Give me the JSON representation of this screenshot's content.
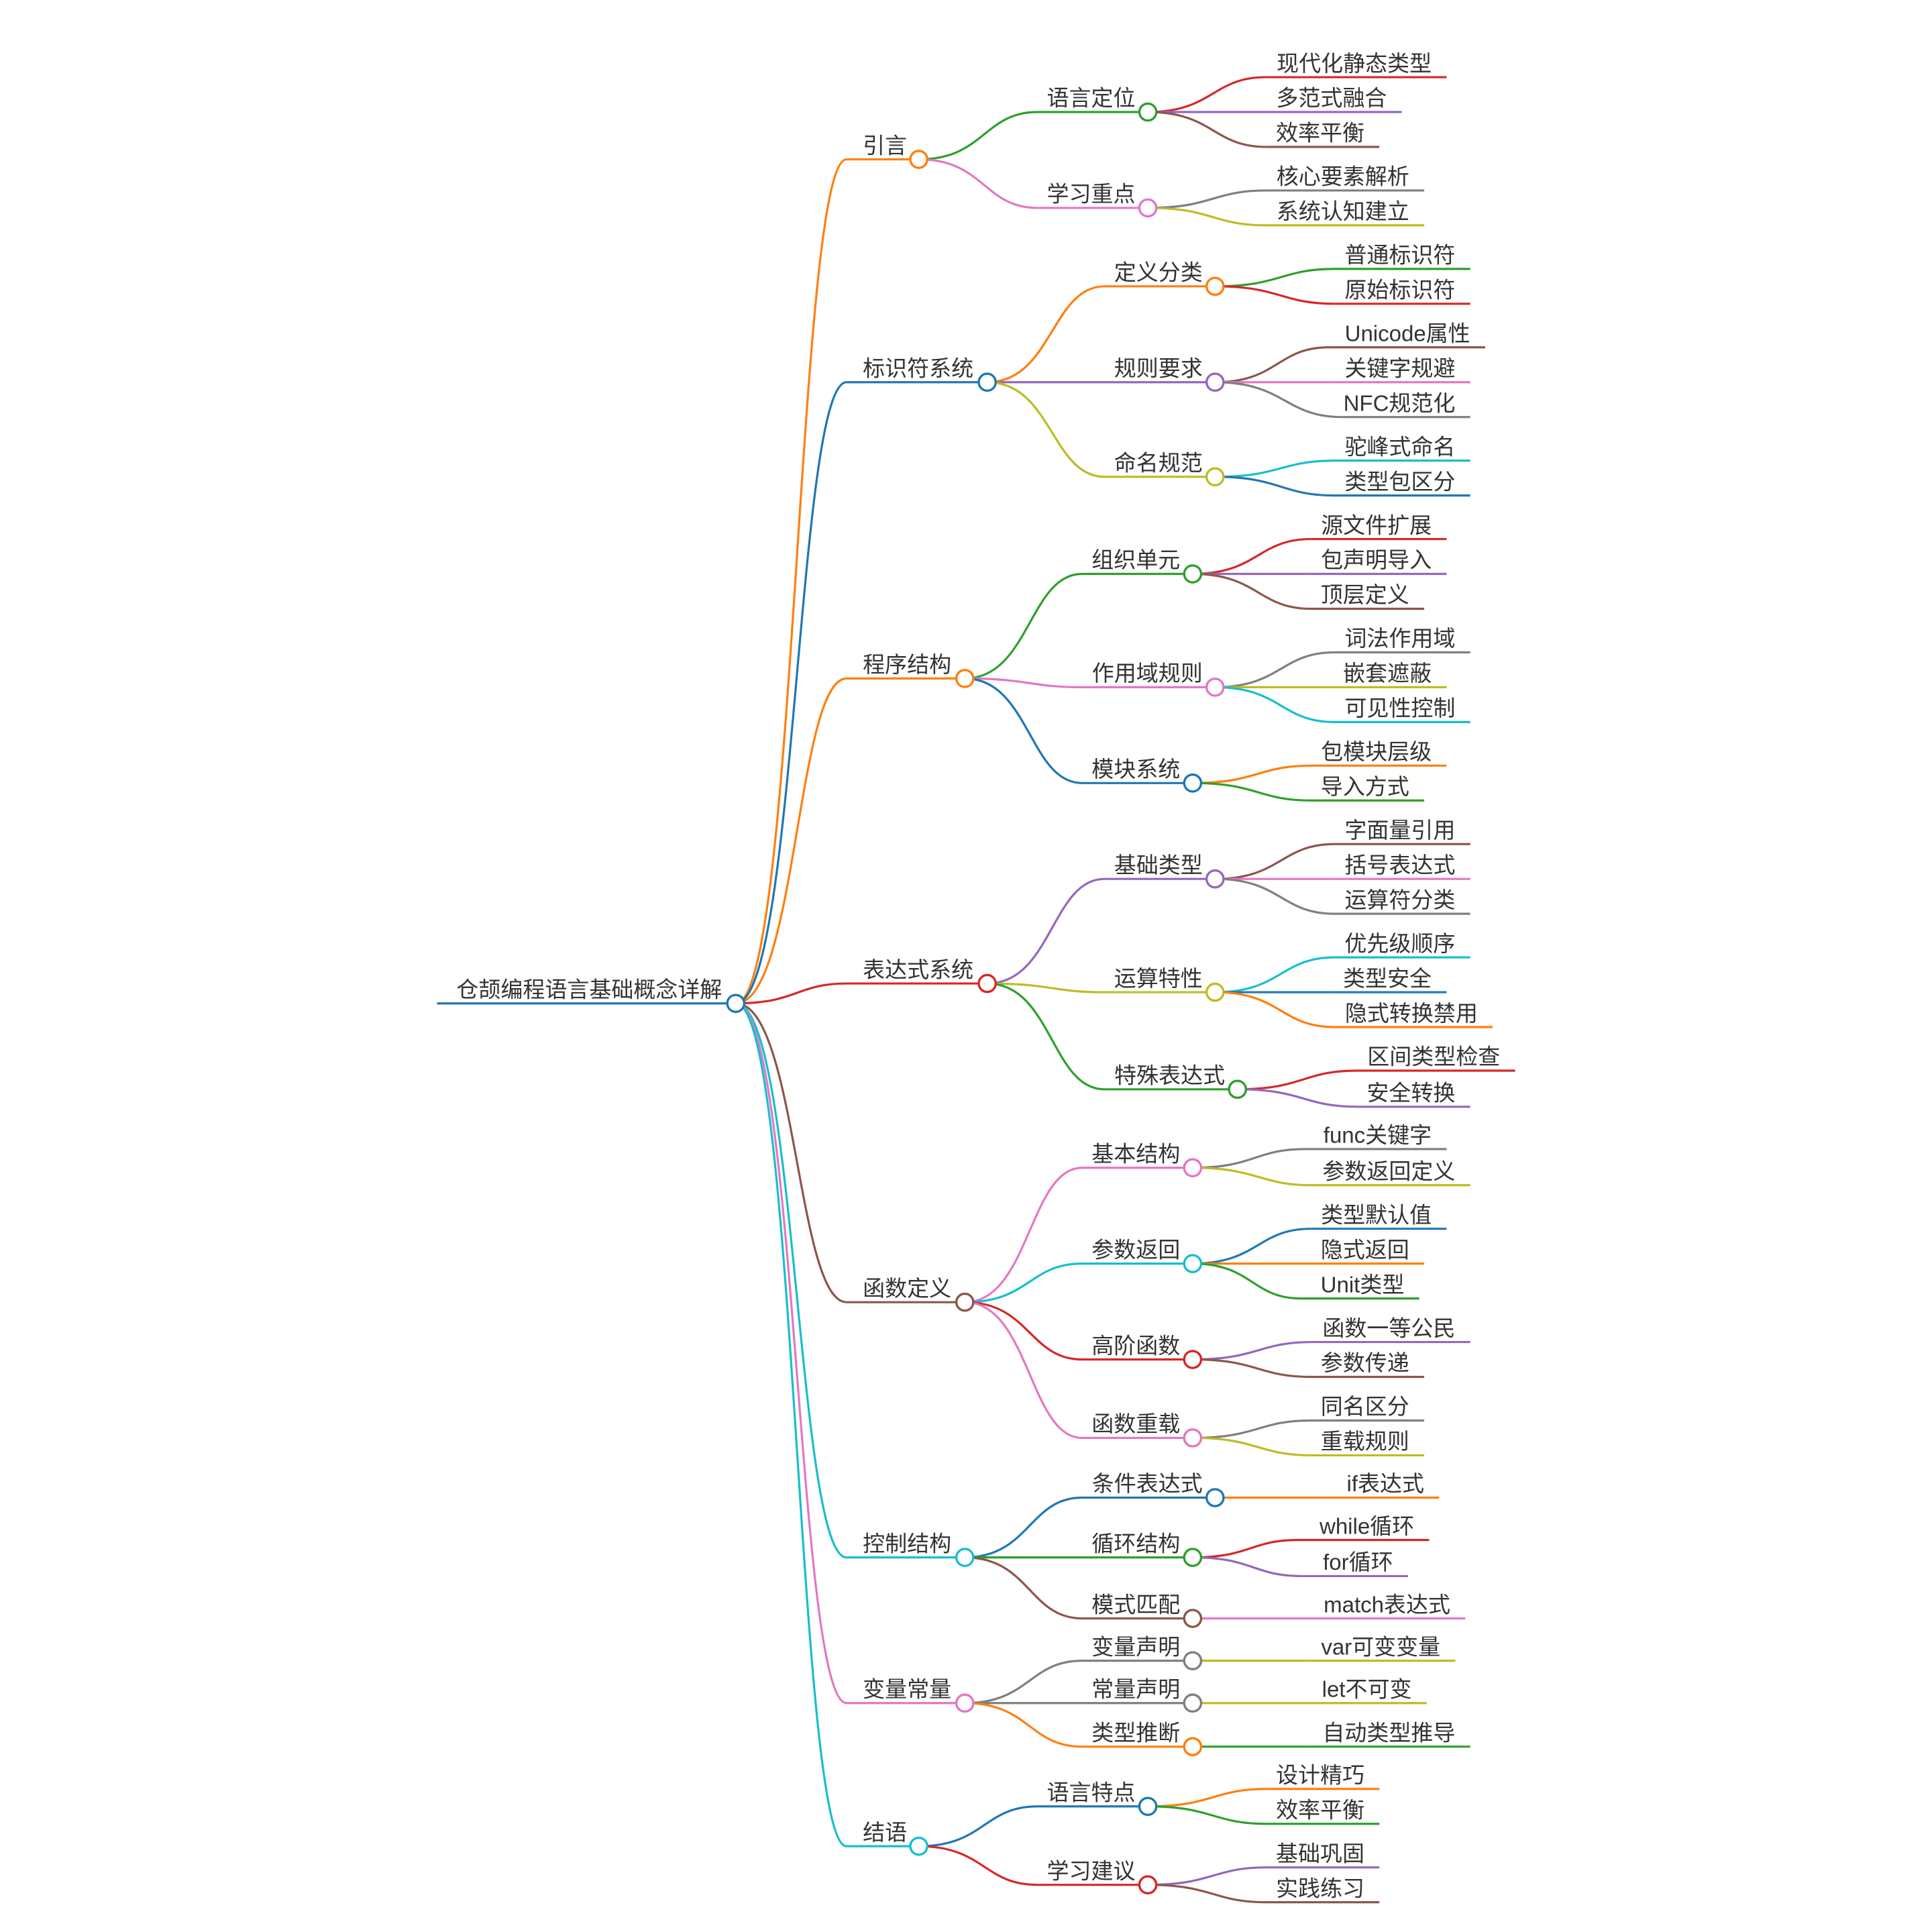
{
  "mindmap": {
    "root": {
      "label": "仓颉编程语言基础概念详解",
      "color": "#1f77b4",
      "children": [
        {
          "label": "引言",
          "color": "#ff7f0e",
          "children": [
            {
              "label": "语言定位",
              "color": "#2ca02c",
              "children": [
                {
                  "label": "现代化静态类型",
                  "color": "#d62728"
                },
                {
                  "label": "多范式融合",
                  "color": "#9467bd"
                },
                {
                  "label": "效率平衡",
                  "color": "#8c564b"
                }
              ]
            },
            {
              "label": "学习重点",
              "color": "#e377c2",
              "children": [
                {
                  "label": "核心要素解析",
                  "color": "#7f7f7f"
                },
                {
                  "label": "系统认知建立",
                  "color": "#bcbd22"
                }
              ]
            }
          ]
        },
        {
          "label": "标识符系统",
          "color": "#1f77b4",
          "children": [
            {
              "label": "定义分类",
              "color": "#ff7f0e",
              "children": [
                {
                  "label": "普通标识符",
                  "color": "#2ca02c"
                },
                {
                  "label": "原始标识符",
                  "color": "#d62728"
                }
              ]
            },
            {
              "label": "规则要求",
              "color": "#9467bd",
              "children": [
                {
                  "label": "Unicode属性",
                  "color": "#8c564b"
                },
                {
                  "label": "关键字规避",
                  "color": "#e377c2"
                },
                {
                  "label": "NFC规范化",
                  "color": "#7f7f7f"
                }
              ]
            },
            {
              "label": "命名规范",
              "color": "#bcbd22",
              "children": [
                {
                  "label": "驼峰式命名",
                  "color": "#17becf"
                },
                {
                  "label": "类型包区分",
                  "color": "#1f77b4"
                }
              ]
            }
          ]
        },
        {
          "label": "程序结构",
          "color": "#ff7f0e",
          "children": [
            {
              "label": "组织单元",
              "color": "#2ca02c",
              "children": [
                {
                  "label": "源文件扩展",
                  "color": "#d62728"
                },
                {
                  "label": "包声明导入",
                  "color": "#9467bd"
                },
                {
                  "label": "顶层定义",
                  "color": "#8c564b"
                }
              ]
            },
            {
              "label": "作用域规则",
              "color": "#e377c2",
              "children": [
                {
                  "label": "词法作用域",
                  "color": "#7f7f7f"
                },
                {
                  "label": "嵌套遮蔽",
                  "color": "#bcbd22"
                },
                {
                  "label": "可见性控制",
                  "color": "#17becf"
                }
              ]
            },
            {
              "label": "模块系统",
              "color": "#1f77b4",
              "children": [
                {
                  "label": "包模块层级",
                  "color": "#ff7f0e"
                },
                {
                  "label": "导入方式",
                  "color": "#2ca02c"
                }
              ]
            }
          ]
        },
        {
          "label": "表达式系统",
          "color": "#d62728",
          "children": [
            {
              "label": "基础类型",
              "color": "#9467bd",
              "children": [
                {
                  "label": "字面量引用",
                  "color": "#8c564b"
                },
                {
                  "label": "括号表达式",
                  "color": "#e377c2"
                },
                {
                  "label": "运算符分类",
                  "color": "#7f7f7f"
                }
              ]
            },
            {
              "label": "运算特性",
              "color": "#bcbd22",
              "children": [
                {
                  "label": "优先级顺序",
                  "color": "#17becf"
                },
                {
                  "label": "类型安全",
                  "color": "#1f77b4"
                },
                {
                  "label": "隐式转换禁用",
                  "color": "#ff7f0e"
                }
              ]
            },
            {
              "label": "特殊表达式",
              "color": "#2ca02c",
              "children": [
                {
                  "label": "区间类型检查",
                  "color": "#d62728"
                },
                {
                  "label": "安全转换",
                  "color": "#9467bd"
                }
              ]
            }
          ]
        },
        {
          "label": "函数定义",
          "color": "#8c564b",
          "children": [
            {
              "label": "基本结构",
              "color": "#e377c2",
              "children": [
                {
                  "label": "func关键字",
                  "color": "#7f7f7f"
                },
                {
                  "label": "参数返回定义",
                  "color": "#bcbd22"
                }
              ]
            },
            {
              "label": "参数返回",
              "color": "#17becf",
              "children": [
                {
                  "label": "类型默认值",
                  "color": "#1f77b4"
                },
                {
                  "label": "隐式返回",
                  "color": "#ff7f0e"
                },
                {
                  "label": "Unit类型",
                  "color": "#2ca02c"
                }
              ]
            },
            {
              "label": "高阶函数",
              "color": "#d62728",
              "children": [
                {
                  "label": "函数一等公民",
                  "color": "#9467bd"
                },
                {
                  "label": "参数传递",
                  "color": "#8c564b"
                }
              ]
            },
            {
              "label": "函数重载",
              "color": "#e377c2",
              "children": [
                {
                  "label": "同名区分",
                  "color": "#7f7f7f"
                },
                {
                  "label": "重载规则",
                  "color": "#bcbd22"
                }
              ]
            }
          ]
        },
        {
          "label": "控制结构",
          "color": "#17becf",
          "children": [
            {
              "label": "条件表达式",
              "color": "#1f77b4",
              "children": [
                {
                  "label": "if表达式",
                  "color": "#ff7f0e"
                }
              ]
            },
            {
              "label": "循环结构",
              "color": "#2ca02c",
              "children": [
                {
                  "label": "while循环",
                  "color": "#d62728"
                },
                {
                  "label": "for循环",
                  "color": "#9467bd"
                }
              ]
            },
            {
              "label": "模式匹配",
              "color": "#8c564b",
              "children": [
                {
                  "label": "match表达式",
                  "color": "#e377c2"
                }
              ]
            }
          ]
        },
        {
          "label": "变量常量",
          "color": "#e377c2",
          "children": [
            {
              "label": "变量声明",
              "color": "#7f7f7f",
              "children": [
                {
                  "label": "var可变变量",
                  "color": "#bcbd22"
                }
              ]
            },
            {
              "label": "常量声明",
              "color": "#7f7f7f",
              "children": [
                {
                  "label": "let不可变",
                  "color": "#bcbd22"
                }
              ]
            },
            {
              "label": "类型推断",
              "color": "#ff7f0e",
              "children": [
                {
                  "label": "自动类型推导",
                  "color": "#2ca02c"
                }
              ]
            }
          ]
        },
        {
          "label": "结语",
          "color": "#17becf",
          "children": [
            {
              "label": "语言特点",
              "color": "#1f77b4",
              "children": [
                {
                  "label": "设计精巧",
                  "color": "#ff7f0e"
                },
                {
                  "label": "效率平衡",
                  "color": "#2ca02c"
                }
              ]
            },
            {
              "label": "学习建议",
              "color": "#d62728",
              "children": [
                {
                  "label": "基础巩固",
                  "color": "#9467bd"
                },
                {
                  "label": "实践练习",
                  "color": "#8c564b"
                }
              ]
            }
          ]
        }
      ]
    }
  }
}
